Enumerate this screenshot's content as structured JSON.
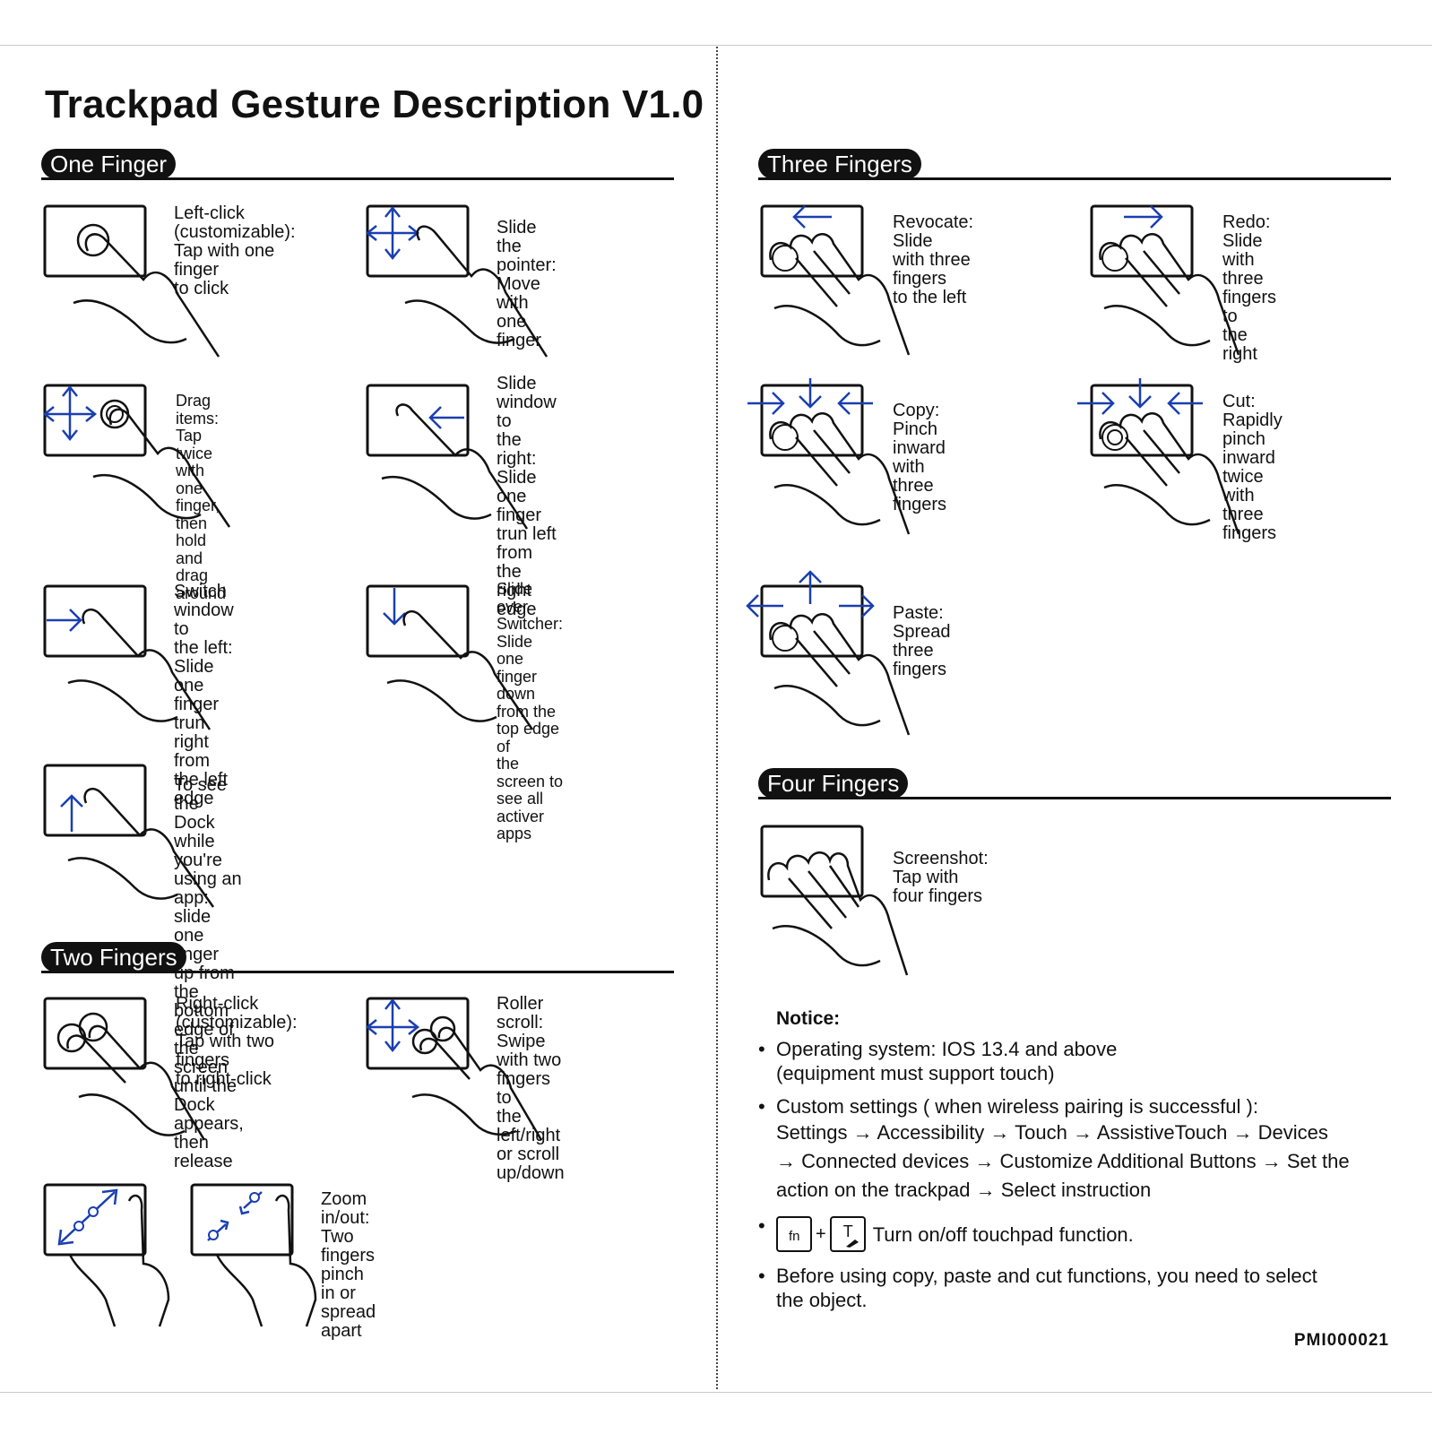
{
  "title": "Trackpad Gesture Description V1.0",
  "sections": {
    "one_finger": "One Finger",
    "two_fingers": "Two Fingers",
    "three_fingers": "Three Fingers",
    "four_fingers": "Four Fingers"
  },
  "gestures": {
    "left_click": "Left-click\n(customizable):\nTap with one finger\nto click",
    "slide_pointer": "Slide the pointer:\nMove with one finger",
    "drag_items": "Drag items: Tap twice\nwith one finger, then\nhold and drag around",
    "slide_window_right": "Slide window to\nthe right: Slide one\nfinger trun left from\nthe right edge",
    "switch_window_left": "Switch window to\nthe left: Slide one\nfinger trun right from\nthe left edge",
    "slide_over_switcher": "Slide over Switcher:\nSlide one finger down\nfrom the top edge of\nthe screen to see all\n   activer apps",
    "dock": "To see the Dock while you're using an app: slide one finger\nup from the bottom edge of the screen until the Dock\nappears, then release",
    "right_click": "Right-click\n(customizable):\nTap with two fingers\nto right-click",
    "roller_scroll": "Roller scroll: Swipe\nwith two fingers to\nthe left/right or scroll\nup/down",
    "zoom": "Zoom in/out: Two fingers pinch in or\nspread apart",
    "revocate": "Revocate: Slide\nwith three fingers\nto the left",
    "redo": "Redo: Slide with\nthree fingers to\nthe right",
    "copy": "Copy: Pinch inward\nwith three fingers",
    "cut": "Cut: Rapidly pinch\ninward twice with\nthree fingers",
    "paste": "Paste: Spread three\nfingers",
    "screenshot": "Screenshot: Tap with four fingers"
  },
  "notice": {
    "title": "Notice:",
    "os_line1": "Operating system: IOS 13.4 and above",
    "os_line2": "(equipment must support touch)",
    "custom_line1": "Custom settings ( when wireless pairing is successful ):",
    "custom_line2": "Settings → Accessibility → Touch → AssistiveTouch → Devices",
    "custom_line3": "→ Connected devices → Customize Additional Buttons → Set the",
    "custom_line4": "action on the trackpad → Select instruction",
    "key_fn": "fn",
    "key_plus": "+",
    "key_t": "T",
    "touchpad_toggle": "Turn on/off touchpad function.",
    "copy_note": "Before using copy, paste and cut functions, you need to select\nthe object."
  },
  "product_code": "PMI000021",
  "colors": {
    "arrow": "#1a3fb0",
    "ink": "#111111"
  }
}
